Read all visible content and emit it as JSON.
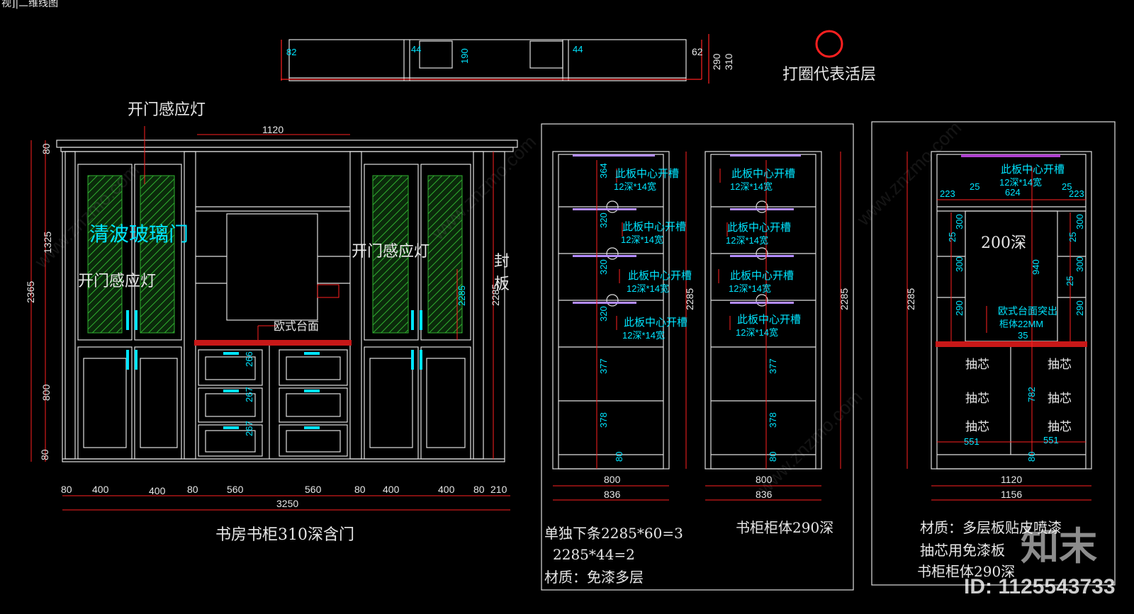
{
  "viewport_label": "视]|二维线图",
  "legend": {
    "text": "打圈代表活层",
    "circle_color": "#ff2020"
  },
  "top_view": {
    "dims": [
      "82",
      "44",
      "190",
      "44",
      "62",
      "290",
      "310"
    ]
  },
  "front": {
    "callout_light": "开门感应灯",
    "glass_label": "清波玻璃门",
    "light_left": "开门感应灯",
    "light_right": "开门感应灯",
    "countertop": "欧式台面",
    "side_panel": "封板",
    "top_width": "1120",
    "h_total": "2365",
    "h_top": "80",
    "h_upper": "1325",
    "h_lower": "800",
    "h_base": "80",
    "h_inner": "2285",
    "h_glass": "2285",
    "drawer_dims": [
      "266",
      "267",
      "267"
    ],
    "widths": [
      "80",
      "400",
      "400",
      "80",
      "560",
      "560",
      "80",
      "400",
      "400",
      "80",
      "210"
    ],
    "total_width": "3250",
    "caption": "书房书柜310深含门"
  },
  "cab1": {
    "slot_text": "此板中心开槽",
    "slot_spec": "12深*14宽",
    "dims": [
      "364",
      "320",
      "320",
      "320",
      "377",
      "378",
      "80"
    ],
    "height": "2285",
    "w_inner": "800",
    "w_outer": "836",
    "note1": "单独下条2285*60=3",
    "note2": "2285*44=2",
    "material": "材质：免漆多层"
  },
  "cab2": {
    "slot_text": "此板中心开槽",
    "slot_spec": "12深*14宽",
    "dims": [
      "377",
      "378",
      "80"
    ],
    "height": "2285",
    "w_inner": "800",
    "w_outer": "836",
    "body": "书柜柜体290深"
  },
  "cab3": {
    "slot_text": "此板中心开槽",
    "slot_spec": "12深*14宽",
    "dims_top": [
      "223",
      "25",
      "624",
      "25",
      "223"
    ],
    "dims_side": [
      "25",
      "300",
      "300",
      "290",
      "25",
      "300",
      "300",
      "290",
      "25"
    ],
    "depth_label": "200深",
    "inner_h": "940",
    "counter": "欧式台面突出",
    "counter2": "柜体22MM",
    "counter_dim": "35",
    "drawer": "抽芯",
    "drawer_h": "782",
    "drawer_w1": "551",
    "drawer_w2": "551",
    "base": "80",
    "height": "2285",
    "w_inner": "1120",
    "w_outer": "1156",
    "material": "材质：多层板贴皮喷漆",
    "drawer_note": "抽芯用免漆板",
    "body": "书柜柜体290深"
  },
  "watermark": {
    "brand": "知末",
    "id": "ID: 1125543733",
    "site": "www.znzmo.com"
  },
  "colors": {
    "line": "#e0e0e0",
    "dim": "#ff2020",
    "text_cyan": "#00e5ff",
    "glass": "#2fae2f",
    "shelf_glow": "#b48cff"
  }
}
